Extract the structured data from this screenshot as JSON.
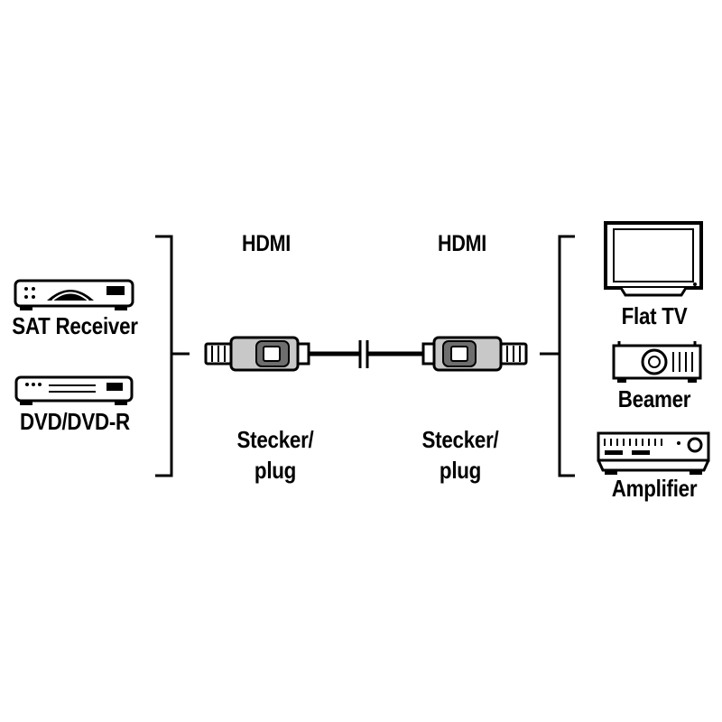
{
  "connector_left": {
    "type": "HDMI",
    "gender": [
      "Stecker/",
      "plug"
    ]
  },
  "connector_right": {
    "type": "HDMI",
    "gender": [
      "Stecker/",
      "plug"
    ]
  },
  "source_devices": [
    {
      "label": "SAT Receiver",
      "icon": "sat-receiver-icon"
    },
    {
      "label": "DVD/DVD-R",
      "icon": "dvd-player-icon"
    }
  ],
  "target_devices": [
    {
      "label": "Flat TV",
      "icon": "flat-tv-icon"
    },
    {
      "label": "Beamer",
      "icon": "projector-icon"
    },
    {
      "label": "Amplifier",
      "icon": "amplifier-icon"
    }
  ],
  "colors": {
    "line": "#000000",
    "connector_fill": "#c8c8c8",
    "connector_dark": "#6e6e6e"
  }
}
